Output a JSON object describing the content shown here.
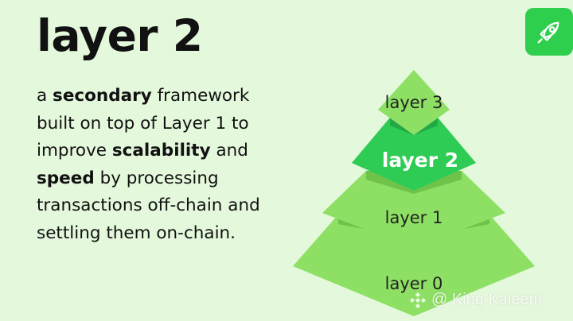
{
  "title": "layer 2",
  "description": {
    "p1": "a ",
    "b1": "secondary",
    "p2": " framework built on top of Layer 1 to improve ",
    "b2": "scalability",
    "p3": " and ",
    "b3": "speed",
    "p4": " by processing transactions off-chain and settling them on-chain."
  },
  "pyramid": {
    "layers": [
      {
        "label": "layer 3",
        "highlighted": false
      },
      {
        "label": "layer 2",
        "highlighted": true
      },
      {
        "label": "layer 1",
        "highlighted": false
      },
      {
        "label": "layer 0",
        "highlighted": false
      }
    ]
  },
  "watermark": {
    "text": "@ King Kaleem"
  },
  "logo": {
    "icon": "rocket-icon"
  },
  "colors": {
    "background": "#e4f8dc",
    "pyramid_light": "#8ee065",
    "pyramid_dark": "#6fc34b",
    "highlight": "#2ecc55",
    "highlight_dark": "#22a845",
    "logo": "#2fcf4e"
  }
}
